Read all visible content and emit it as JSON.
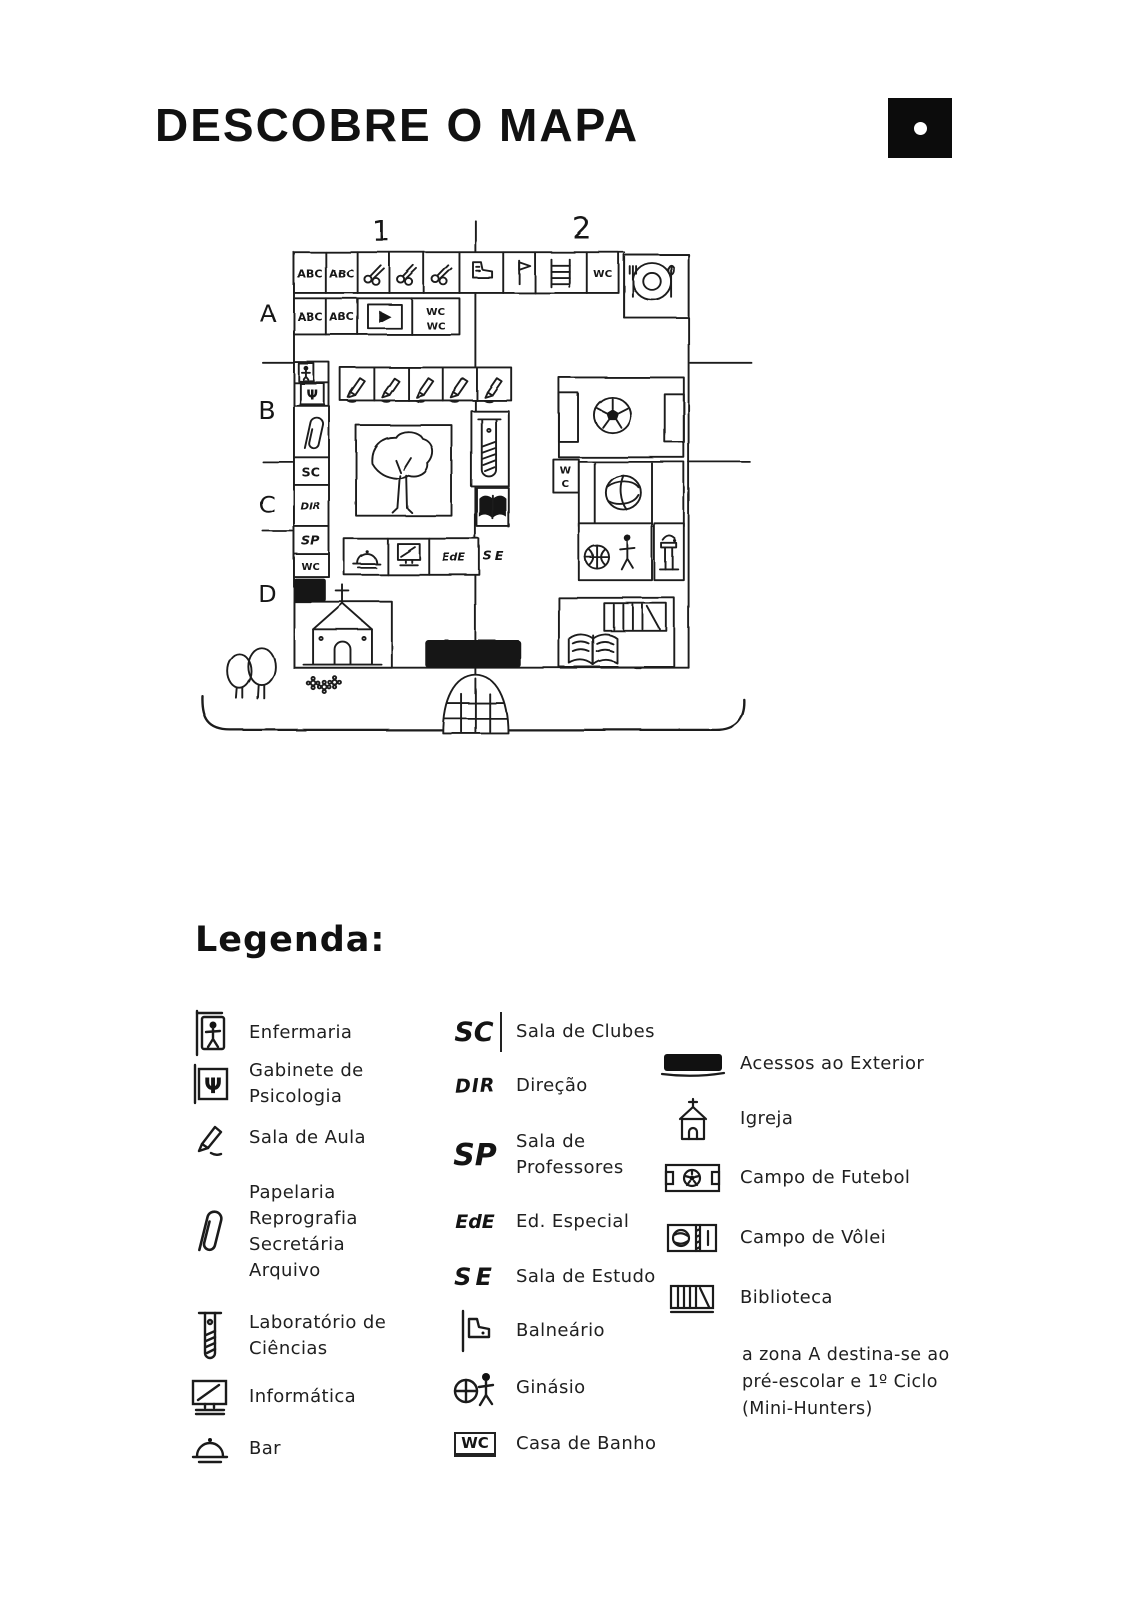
{
  "page": {
    "title": "DESCOBRE O MAPA",
    "legend_heading": "Legenda:"
  },
  "map": {
    "cols": [
      "1",
      "2"
    ],
    "rows": [
      "A",
      "B",
      "C",
      "D"
    ],
    "texts": {
      "abc": "ABC",
      "wc": "WC",
      "w": "W",
      "c": "C",
      "sc": "SC",
      "dir": "DIR",
      "sp": "SP",
      "ede": "EdE",
      "se": "SE",
      "psi": "Ψ"
    }
  },
  "legend": {
    "col1": [
      {
        "label": "Enfermaria"
      },
      {
        "label": "Gabinete de Psicologia"
      },
      {
        "label": "Sala de Aula"
      },
      {
        "label": "Papelaria\nReprografia\nSecretária\nArquivo"
      },
      {
        "label": "Laboratório de\nCiências"
      },
      {
        "label": "Informática"
      },
      {
        "label": "Bar"
      }
    ],
    "col2": [
      {
        "symbol": "SC",
        "label": "Sala de Clubes"
      },
      {
        "symbol": "DIR",
        "label": "Direção"
      },
      {
        "symbol": "SP",
        "label": "Sala de\nProfessores"
      },
      {
        "symbol": "EdE",
        "label": "Ed. Especial"
      },
      {
        "symbol": "SE",
        "label": "Sala de Estudo"
      },
      {
        "label": "Balneário"
      },
      {
        "label": "Ginásio"
      },
      {
        "symbol": "WC",
        "label": "Casa de Banho"
      }
    ],
    "col3": [
      {
        "label": "Acessos ao Exterior"
      },
      {
        "label": "Igreja"
      },
      {
        "label": "Campo de Futebol"
      },
      {
        "label": "Campo de Vôlei"
      },
      {
        "label": "Biblioteca"
      }
    ],
    "note": "a zona A destina-se ao\npré-escolar e 1º Ciclo\n(Mini-Hunters)"
  }
}
